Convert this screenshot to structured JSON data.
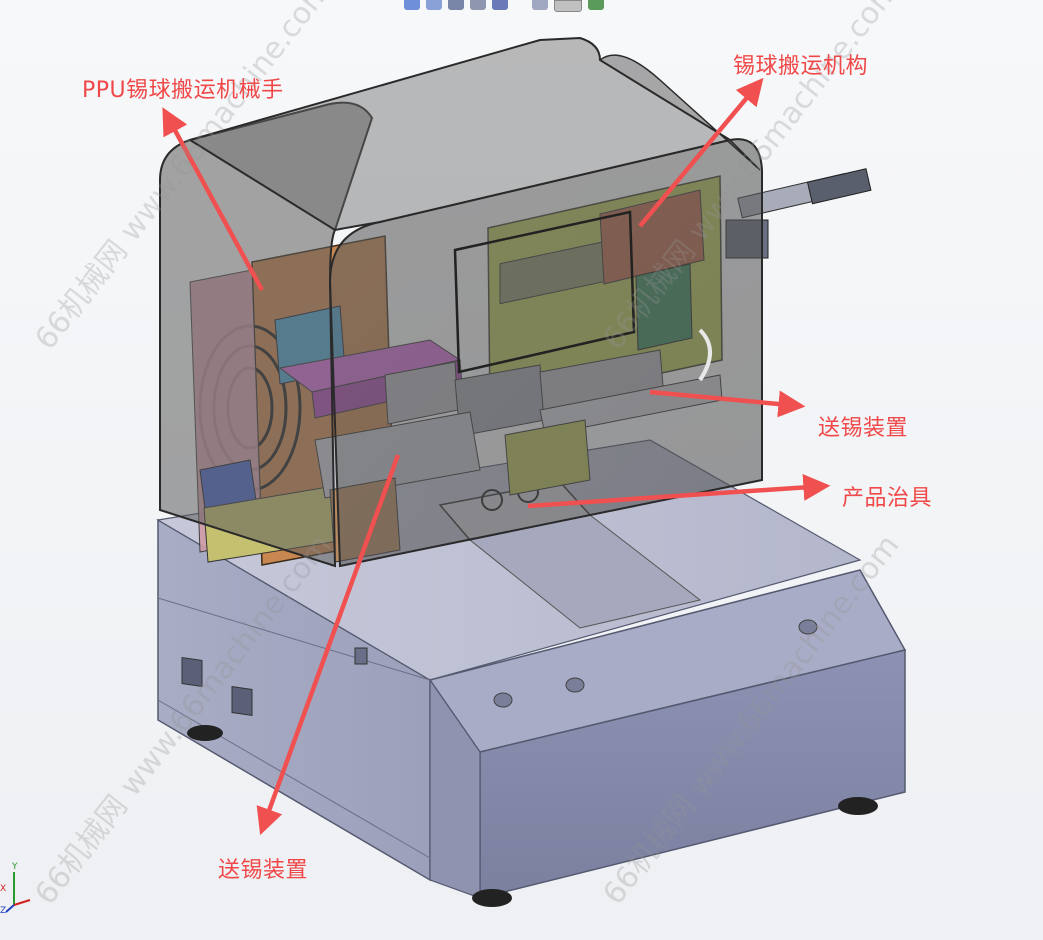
{
  "labels": {
    "ppu_robot": "PPU锡球搬运机械手",
    "ball_transfer": "锡球搬运机构",
    "feed_right": "送锡装置",
    "fixture": "产品治具",
    "feed_bottom": "送锡装置"
  },
  "watermark": {
    "text": "66机械网 www.66machine.com"
  },
  "axis_triad": {
    "x": "X",
    "y": "Y",
    "z": "Z"
  },
  "colors": {
    "label": "#f04848",
    "arrow": "#f05050",
    "cabinet": "#9a9fbe",
    "enclosure": "#6e6e6e",
    "copper_plate": "#c88650",
    "green_plate": "#b7c45a",
    "magenta_plate": "#d06ad6"
  },
  "icons": [
    "view-orientation-icon",
    "zoom-icon",
    "rotate-icon",
    "section-view-icon",
    "display-style-icon",
    "appearance-icon",
    "scene-icon",
    "monitor-icon"
  ]
}
